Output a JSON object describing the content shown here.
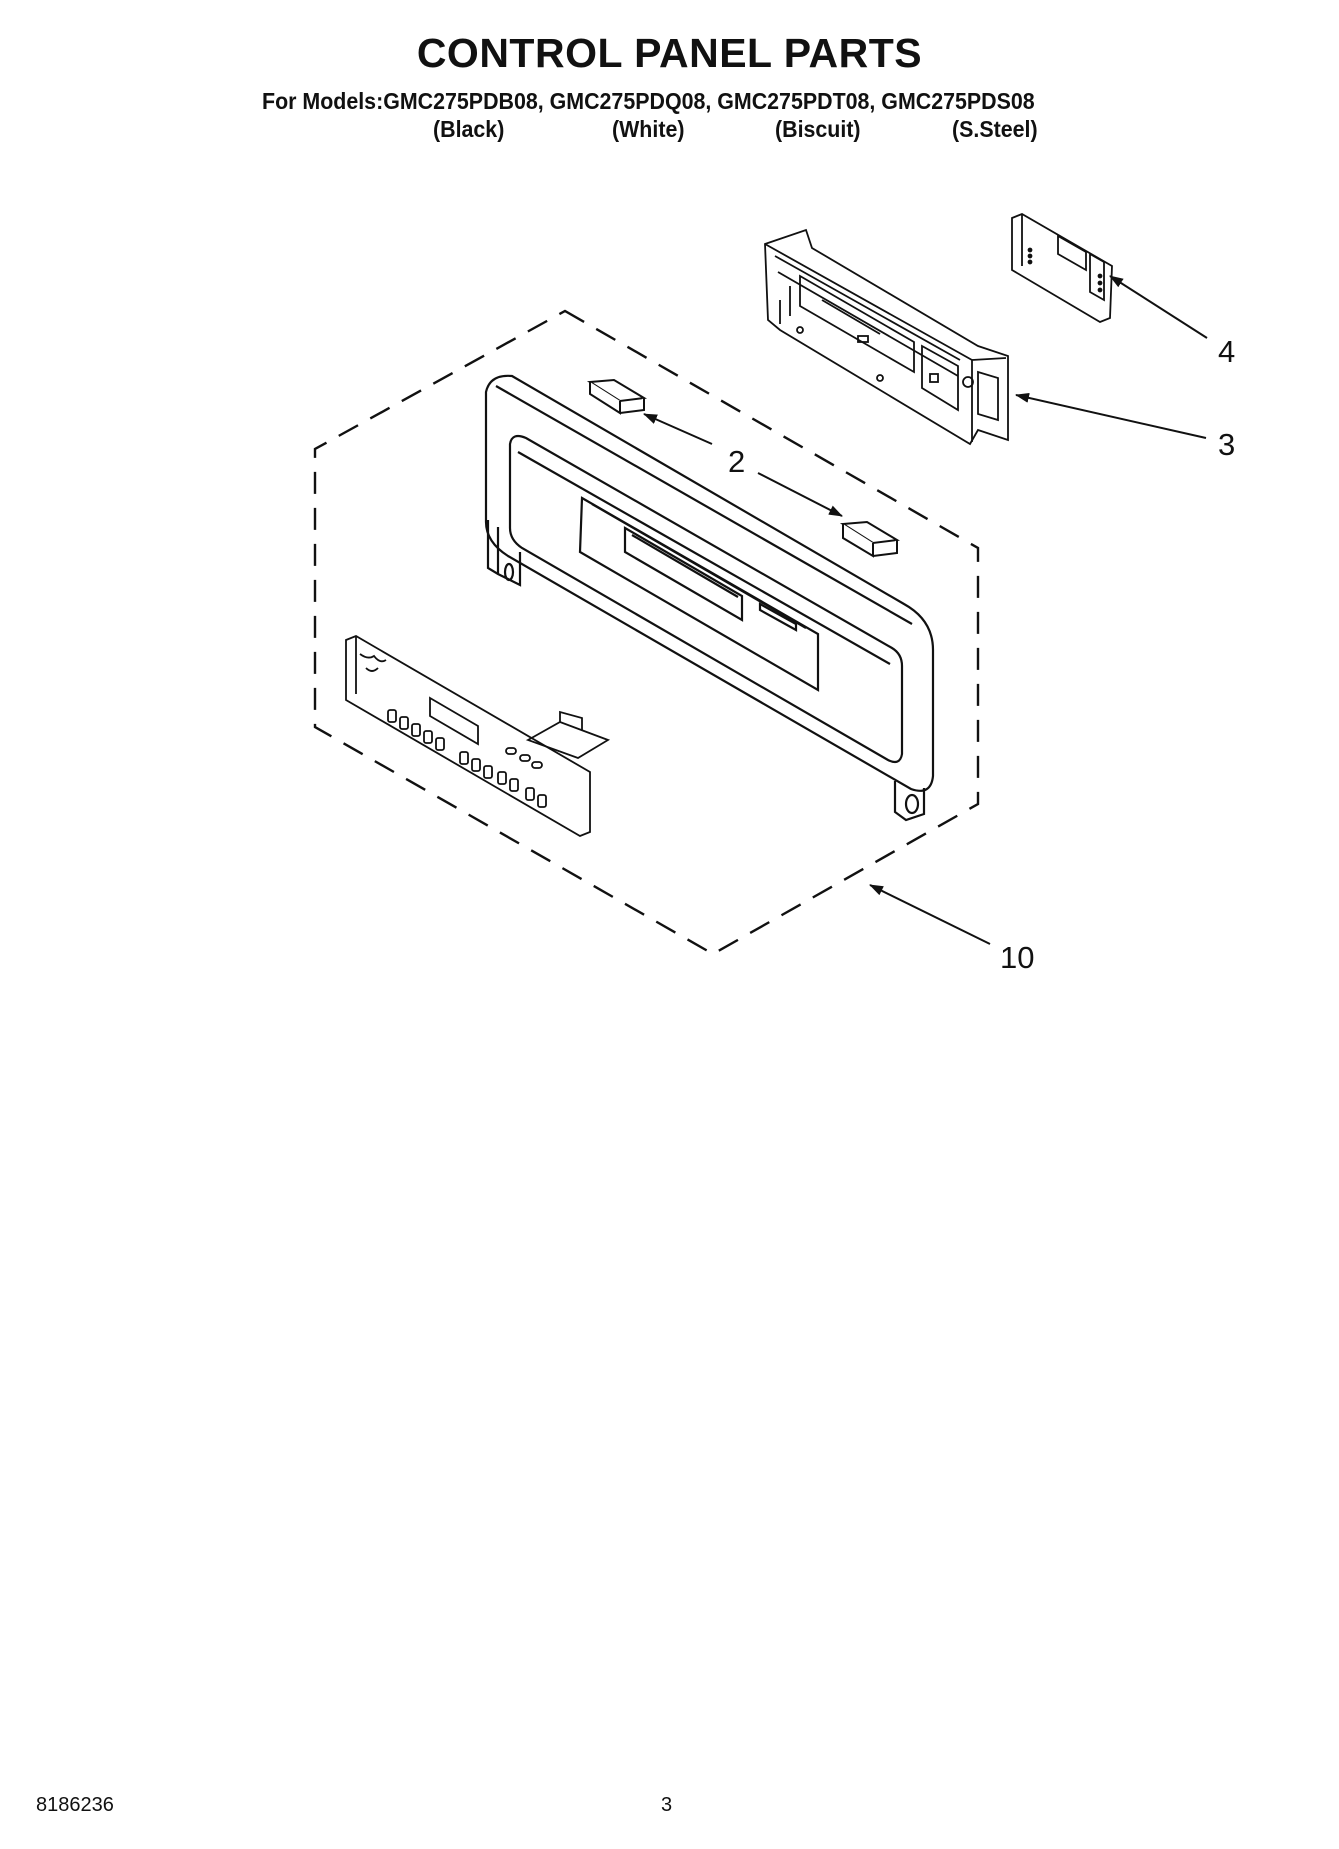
{
  "header": {
    "title": "CONTROL PANEL PARTS",
    "models_line": "For Models:GMC275PDB08, GMC275PDQ08, GMC275PDT08, GMC275PDS08",
    "variants": [
      "(Black)",
      "(White)",
      "(Biscuit)",
      "(S.Steel)"
    ]
  },
  "callouts": {
    "part_2": "2",
    "part_3": "3",
    "part_4": "4",
    "part_10": "10"
  },
  "footer": {
    "doc_number": "8186236",
    "page_number": "3"
  }
}
